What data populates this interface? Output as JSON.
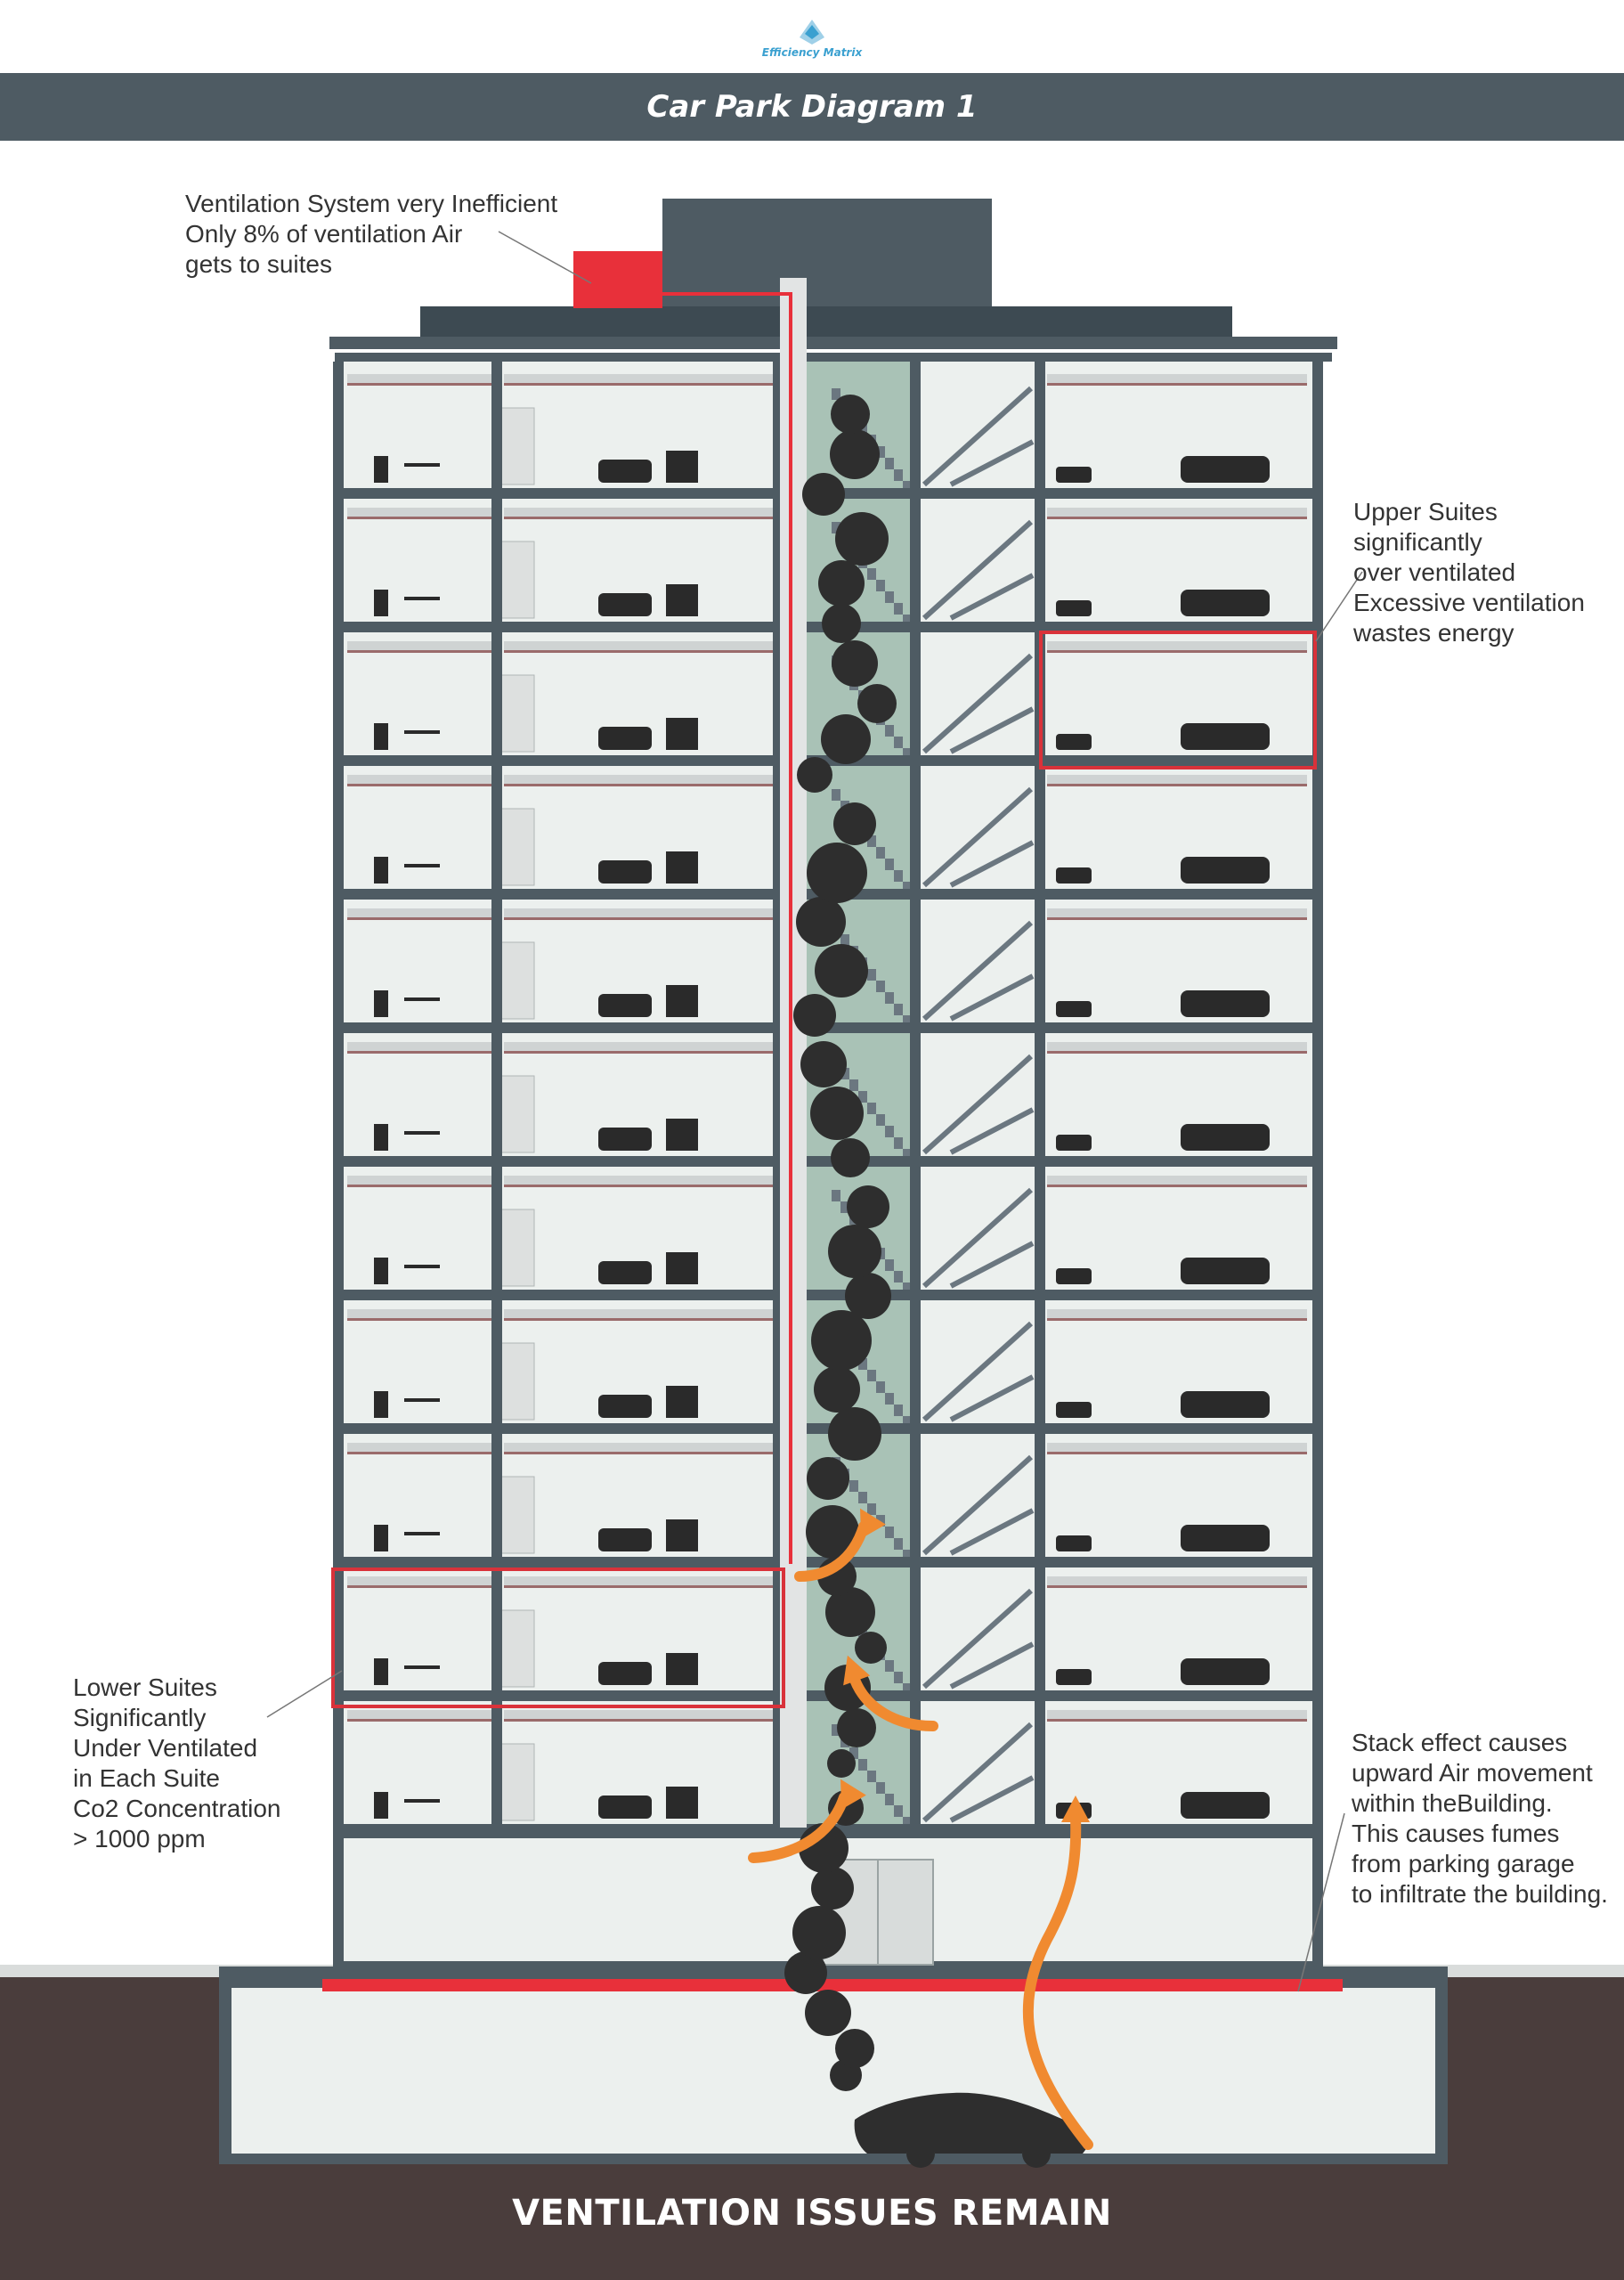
{
  "logo": {
    "text": "Efficiency Matrix"
  },
  "title": "Car Park Diagram 1",
  "footer": "VENTILATION ISSUES REMAIN",
  "callouts": {
    "top": "Ventilation System very Inefficient\nOnly 8% of ventilation Air\ngets to suites",
    "upper_right": "Upper Suites\nsignificantly\nover ventilated\nExcessive ventilation\nwastes energy",
    "lower_left": "Lower Suites\nSignificantly\nUnder Ventilated\nin Each Suite\nCo2 Concentration\n> 1000 ppm",
    "lower_right": "Stack effect causes\nupward Air movement\nwithin theBuilding.\nThis causes fumes\nfrom parking garage\nto infiltrate the building."
  },
  "colors": {
    "structure": "#4e5b63",
    "room": "#ecf0ee",
    "shaft": "#a9c2b6",
    "ground": "#4a3d3c",
    "duct_red": "#e8303a",
    "smoke": "#2e2e2e",
    "arrow": "#f08a30"
  }
}
